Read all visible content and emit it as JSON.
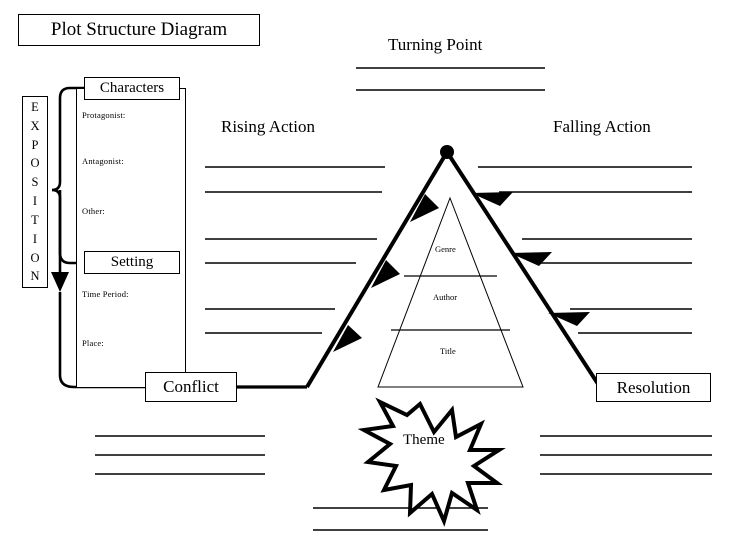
{
  "diagram": {
    "title": "Plot Structure Diagram",
    "exposition_label": "EXPOSITION",
    "exposition_letters": [
      "E",
      "X",
      "P",
      "O",
      "S",
      "I",
      "T",
      "I",
      "O",
      "N"
    ],
    "boxes": {
      "characters": "Characters",
      "setting": "Setting",
      "conflict": "Conflict",
      "resolution": "Resolution"
    },
    "character_fields": [
      "Protagonist:",
      "Antagonist:",
      "Other:"
    ],
    "setting_fields": [
      "Time Period:",
      "Place:"
    ],
    "headings": {
      "turning_point": "Turning Point",
      "rising_action": "Rising Action",
      "falling_action": "Falling Action"
    },
    "inner_triangle": {
      "genre": "Genre",
      "author": "Author",
      "title": "Title"
    },
    "theme": "Theme",
    "colors": {
      "ink": "#000000",
      "paper": "#ffffff"
    },
    "writing_lines": {
      "turning_point_count": 2,
      "rising_action_count": 6,
      "falling_action_count": 6,
      "conflict_notes_count": 3,
      "resolution_notes_count": 3,
      "theme_notes_count": 2
    }
  }
}
